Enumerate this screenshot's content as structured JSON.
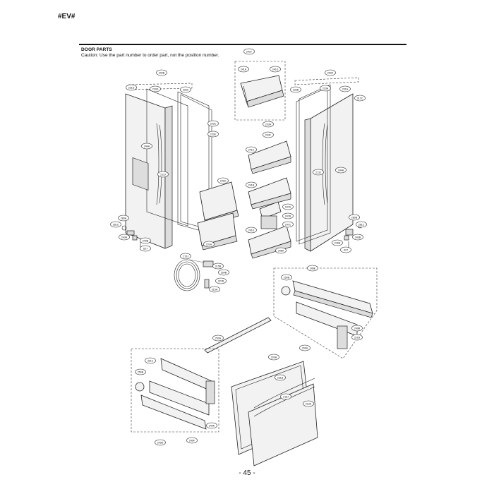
{
  "header": {
    "tag": "#EV#"
  },
  "section": {
    "title": "DOOR PARTS",
    "caution": "Caution: Use the part number to order part, not the position number."
  },
  "page_number": "- 45 -",
  "labels": [
    {
      "id": "l01",
      "text": "241F"
    },
    {
      "id": "l02",
      "text": "241A"
    },
    {
      "id": "l03",
      "text": "241G"
    },
    {
      "id": "l04",
      "text": "200B"
    },
    {
      "id": "l05",
      "text": "231D"
    },
    {
      "id": "l06",
      "text": "233D"
    },
    {
      "id": "l07",
      "text": "233C"
    },
    {
      "id": "l08",
      "text": "203C"
    },
    {
      "id": "l09",
      "text": "233E"
    },
    {
      "id": "l10",
      "text": "244A"
    },
    {
      "id": "l11",
      "text": "213J"
    },
    {
      "id": "l12",
      "text": "241D"
    },
    {
      "id": "l13",
      "text": "231A"
    },
    {
      "id": "l14",
      "text": "280A"
    },
    {
      "id": "l15",
      "text": "281C"
    },
    {
      "id": "l16",
      "text": "243A"
    },
    {
      "id": "l17",
      "text": "249B"
    },
    {
      "id": "l18",
      "text": "S27"
    },
    {
      "id": "l19",
      "text": "200A"
    },
    {
      "id": "l20",
      "text": "233B"
    },
    {
      "id": "l21",
      "text": "233A"
    },
    {
      "id": "l22",
      "text": "231A"
    },
    {
      "id": "l23",
      "text": "312C"
    },
    {
      "id": "l24",
      "text": "233H"
    },
    {
      "id": "l25",
      "text": "233F"
    },
    {
      "id": "l26",
      "text": "241C"
    },
    {
      "id": "l27",
      "text": "241B"
    },
    {
      "id": "l28",
      "text": "247A"
    },
    {
      "id": "l29",
      "text": "247B"
    },
    {
      "id": "l30",
      "text": "247C"
    },
    {
      "id": "l31",
      "text": "241E"
    },
    {
      "id": "l32",
      "text": "213J"
    },
    {
      "id": "l33",
      "text": "244A"
    },
    {
      "id": "l34",
      "text": "280B"
    },
    {
      "id": "l35",
      "text": "281C"
    },
    {
      "id": "l36",
      "text": "243B"
    },
    {
      "id": "l37",
      "text": "249B"
    },
    {
      "id": "l38",
      "text": "S27"
    },
    {
      "id": "l39",
      "text": "215J"
    },
    {
      "id": "l40",
      "text": "315B"
    },
    {
      "id": "l41",
      "text": "254B"
    },
    {
      "id": "l42",
      "text": "327B"
    },
    {
      "id": "l43",
      "text": "315A"
    },
    {
      "id": "l44",
      "text": "346A"
    },
    {
      "id": "l45",
      "text": "250B"
    },
    {
      "id": "l46",
      "text": "249E"
    },
    {
      "id": "l47",
      "text": "249B"
    },
    {
      "id": "l48",
      "text": "321B"
    },
    {
      "id": "l49",
      "text": "250A"
    },
    {
      "id": "l50",
      "text": "321C"
    },
    {
      "id": "l51",
      "text": "250B"
    },
    {
      "id": "l52",
      "text": "203A"
    },
    {
      "id": "l53",
      "text": "200A"
    },
    {
      "id": "l54",
      "text": "231B"
    },
    {
      "id": "l55",
      "text": "215J"
    },
    {
      "id": "l56",
      "text": "213A"
    },
    {
      "id": "l57",
      "text": "249K"
    },
    {
      "id": "l58",
      "text": "249F"
    },
    {
      "id": "l59",
      "text": "249D"
    }
  ]
}
